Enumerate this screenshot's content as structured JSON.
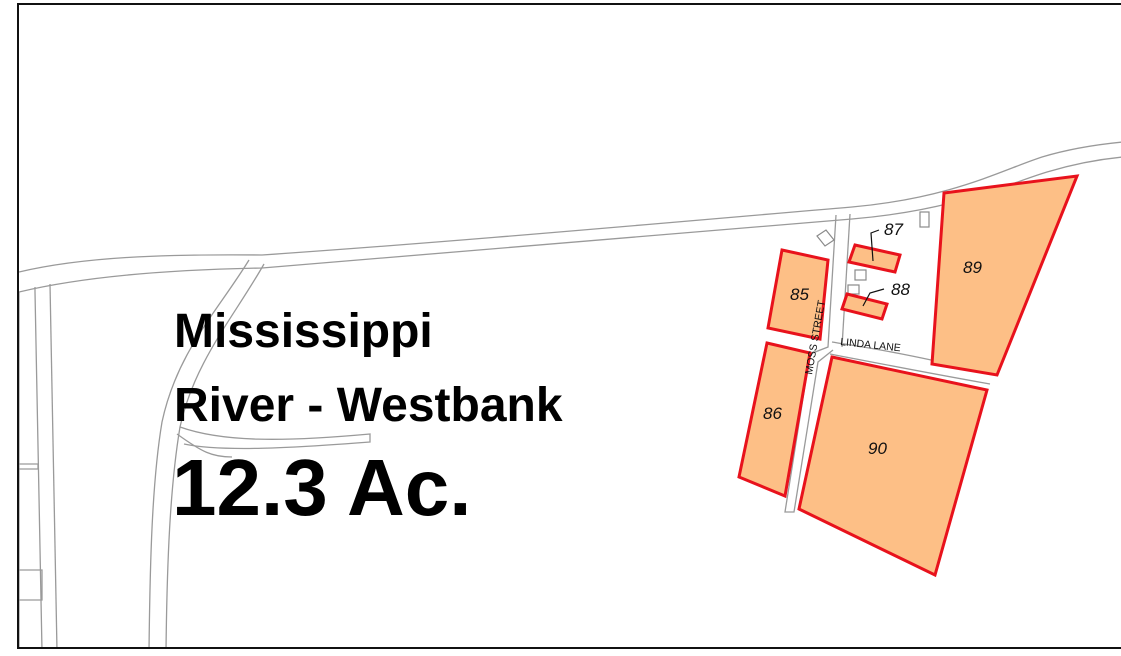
{
  "map": {
    "title_line1": "Mississippi",
    "title_line2": "River - Westbank",
    "acreage": "12.3 Ac.",
    "streets": {
      "moss": "MOSS STREET",
      "linda": "LINDA LANE"
    },
    "parcels": [
      {
        "id": "85",
        "label": "85"
      },
      {
        "id": "86",
        "label": "86"
      },
      {
        "id": "87",
        "label": "87"
      },
      {
        "id": "88",
        "label": "88"
      },
      {
        "id": "89",
        "label": "89"
      },
      {
        "id": "90",
        "label": "90"
      }
    ],
    "colors": {
      "parcel_fill": "#fdbf86",
      "parcel_outline": "#e8121c",
      "road_line": "#9a9a9a",
      "border": "#111111"
    }
  }
}
